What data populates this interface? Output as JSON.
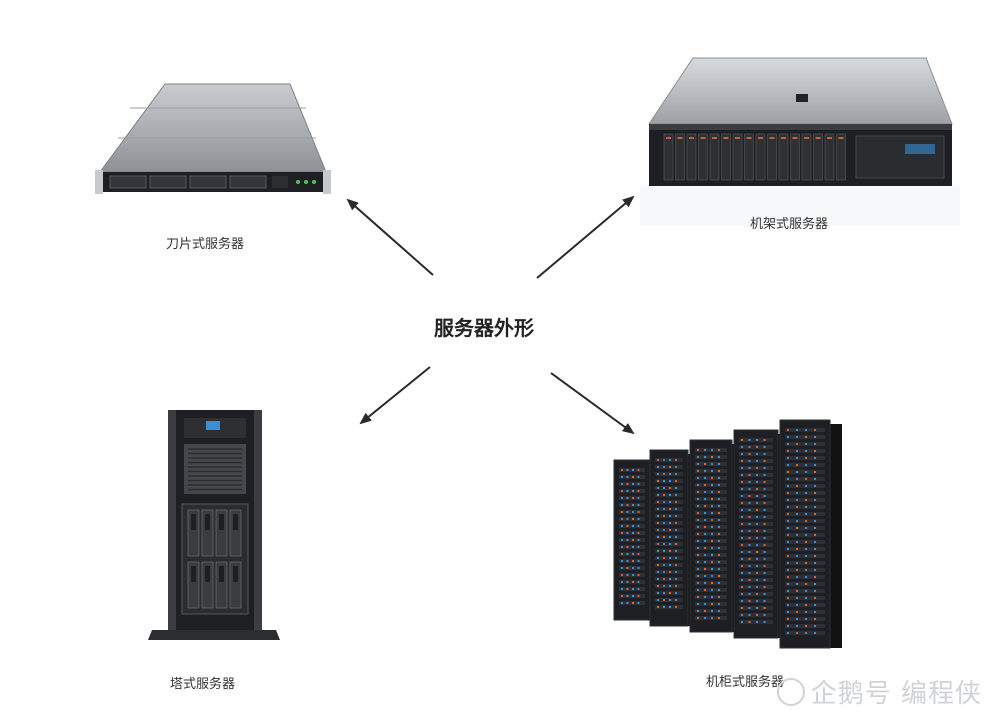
{
  "diagram": {
    "center": "服务器外形",
    "nodes": [
      {
        "id": "blade",
        "label": "刀片式服务器"
      },
      {
        "id": "rack",
        "label": "机架式服务器"
      },
      {
        "id": "tower",
        "label": "塔式服务器"
      },
      {
        "id": "cabinet",
        "label": "机柜式服务器"
      }
    ]
  },
  "watermark": {
    "text": "企鹅号 编程侠"
  },
  "colors": {
    "arrow": "#2a2a2a",
    "chassis": "#1e1f22",
    "metal": "#a9adb2",
    "led": "#3a8fd6"
  }
}
